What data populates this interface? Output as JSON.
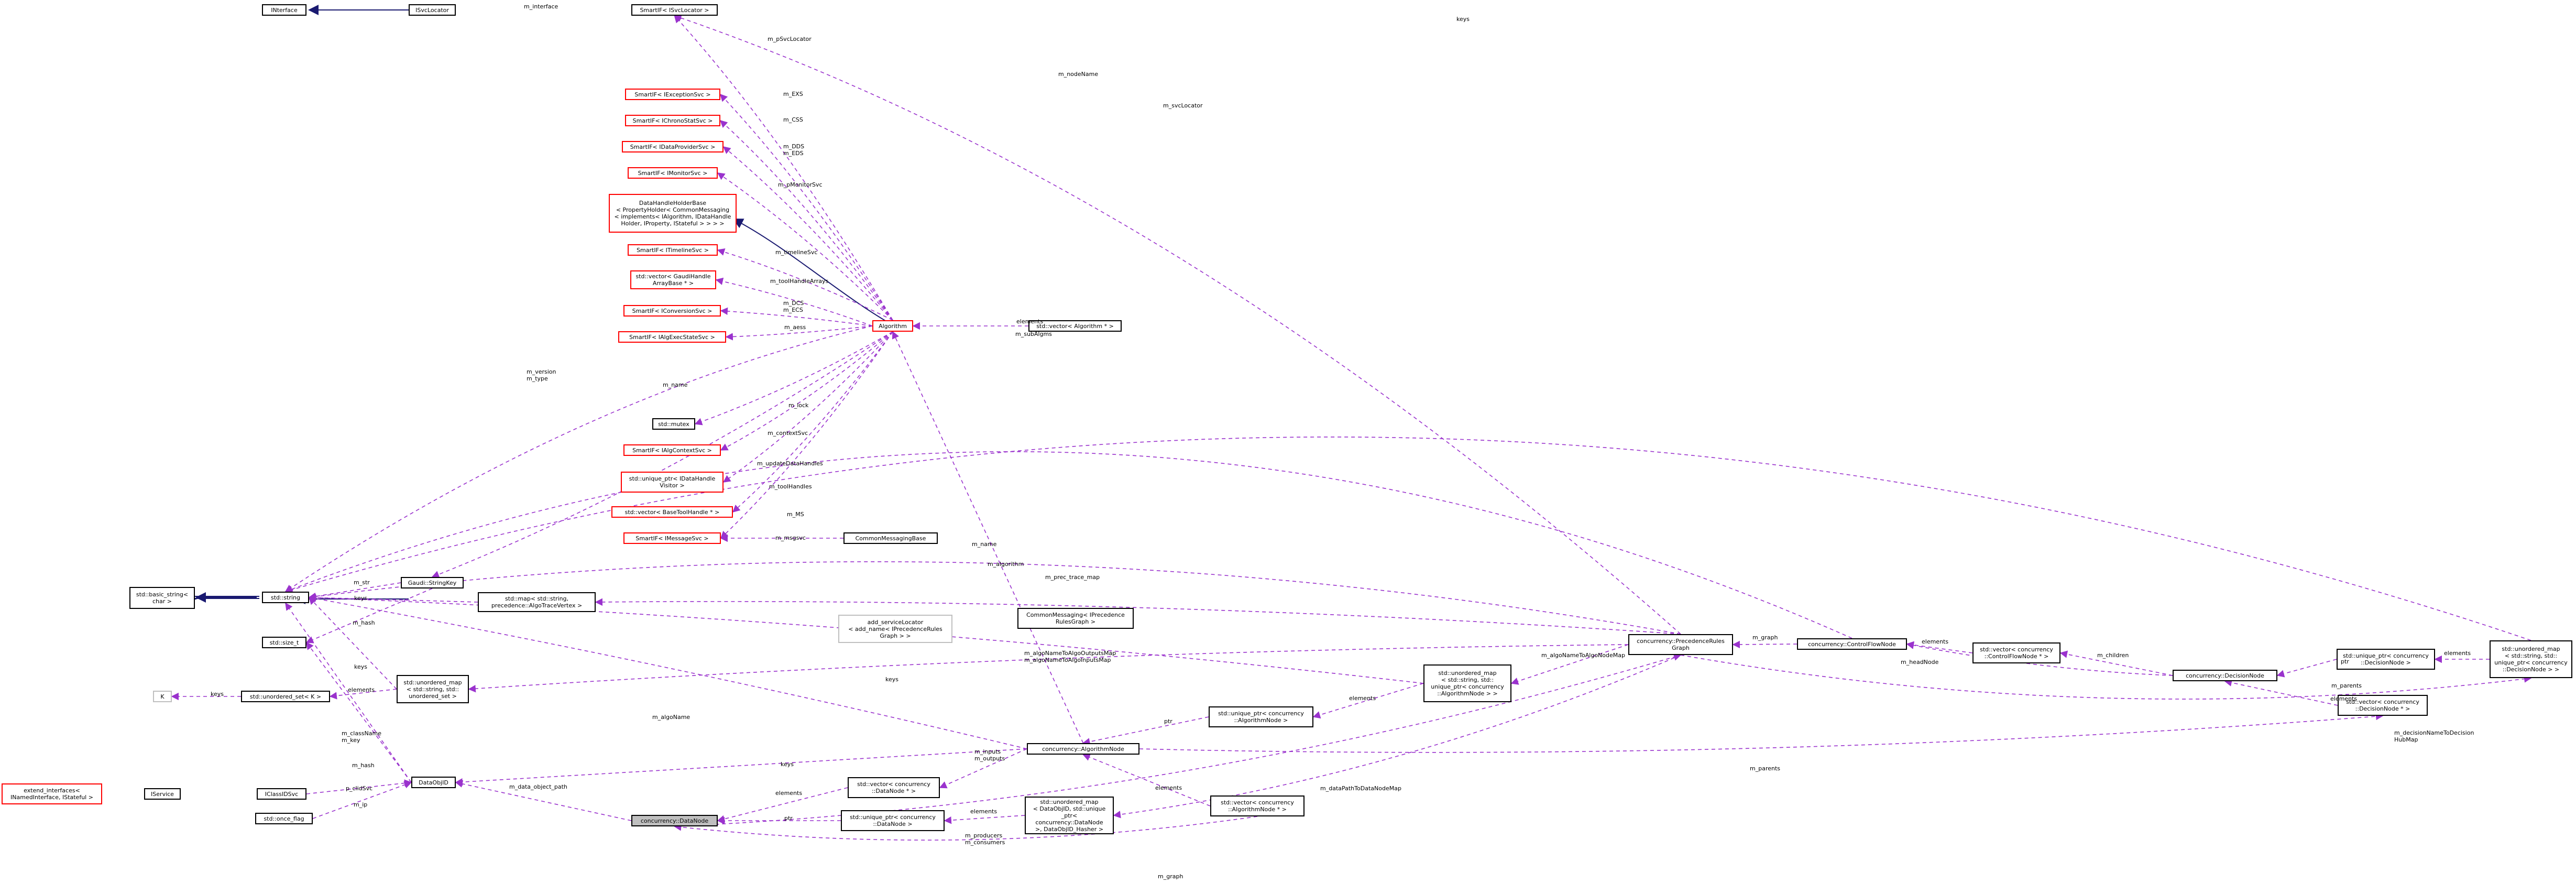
{
  "colors": {
    "usage_edge": "#9a32cd",
    "inherit_edge": "#191970",
    "node_border": "#000000",
    "undocumented_border": "#ff0000",
    "focus_fill": "#bfbfbf"
  },
  "nodes": {
    "INterface": "INterface",
    "ISvcLocator": "ISvcLocator",
    "SmartIF_ISvcLocator": "SmartIF< ISvcLocator >",
    "SmartIF_IExceptionSvc": "SmartIF< IExceptionSvc >",
    "SmartIF_IChronoStatSvc": "SmartIF< IChronoStatSvc >",
    "SmartIF_IDataProviderSvc": "SmartIF< IDataProviderSvc >",
    "SmartIF_IMonitorSvc": "SmartIF< IMonitorSvc >",
    "DataHandleHolderBase": "DataHandleHolderBase\n< PropertyHolder< CommonMessaging\n< implements< IAlgorithm, IDataHandle\nHolder, IProperty, IStateful > > > >",
    "SmartIF_ITimelineSvc": "SmartIF< ITimelineSvc >",
    "vector_GaudiHandleArrayBase": "std::vector< GaudiHandle\nArrayBase * >",
    "SmartIF_IConversionSvc": "SmartIF< IConversionSvc >",
    "SmartIF_IAlgExecStateSvc": "SmartIF< IAlgExecStateSvc >",
    "Algorithm": "Algorithm",
    "vector_Algorithm": "std::vector< Algorithm * >",
    "std_mutex": "std::mutex",
    "SmartIF_IAlgContextSvc": "SmartIF< IAlgContextSvc >",
    "unique_ptr_IDataHandleVisitor": "std::unique_ptr< IDataHandle\nVisitor >",
    "vector_BaseToolHandle": "std::vector< BaseToolHandle * >",
    "SmartIF_IMessageSvc": "SmartIF< IMessageSvc >",
    "CommonMessagingBase": "CommonMessagingBase",
    "std_basic_string": "std::basic_string<\nchar >",
    "std_string": "std::string",
    "Gaudi_StringKey": "Gaudi::StringKey",
    "map_precedence_AlgoTraceVertex": "std::map< std::string,\nprecedence::AlgoTraceVertex >",
    "CommonMessaging_IPrecedenceRulesGraph": "CommonMessaging< IPrecedence\nRulesGraph >",
    "add_serviceLocator": "add_serviceLocator\n< add_name< IPrecedenceRules\nGraph > >",
    "PrecedenceRulesGraph": "concurrency::PrecedenceRules\nGraph",
    "ControlFlowNode": "concurrency::ControlFlowNode",
    "vector_ControlFlowNode": "std::vector< concurrency\n::ControlFlowNode * >",
    "DecisionNode": "concurrency::DecisionNode",
    "unique_ptr_DecisionNode": "std::unique_ptr< concurrency\n::DecisionNode >",
    "unordered_map_DecisionNode": "std::unordered_map\n< std::string, std::\nunique_ptr< concurrency\n::DecisionNode > >",
    "vector_DecisionNode": "std::vector< concurrency\n::DecisionNode * >",
    "std_size_t": "std::size_t",
    "K": "K",
    "unordered_set_K": "std::unordered_set< K >",
    "unordered_map_string_size_t": "std::unordered_map\n< std::string, std::\nunordered_set >",
    "unordered_map_AlgorithmNode": "std::unordered_map\n< std::string, std::\nunique_ptr< concurrency\n::AlgorithmNode > >",
    "unique_ptr_AlgorithmNode": "std::unique_ptr< concurrency\n::AlgorithmNode >",
    "AlgorithmNode": "concurrency::AlgorithmNode",
    "vector_AlgorithmNode": "std::vector< concurrency\n::AlgorithmNode * >",
    "extend_interfaces": "extend_interfaces<\n INamedInterface, IStateful >",
    "IService": "IService",
    "IClassIDSvc": "IClassIDSvc",
    "DataObjID": "DataObjID",
    "std_once_flag": "std::once_flag",
    "vector_DataNode": "std::vector< concurrency\n::DataNode * >",
    "unique_ptr_DataNode": "std::unique_ptr< concurrency\n::DataNode >",
    "unordered_map_DataObjID_DataNode": "std::unordered_map\n< DataObjID, std::unique\n_ptr< concurrency::DataNode\n >, DataObjID_Hasher >",
    "DataNode": "concurrency::DataNode"
  },
  "edge_labels": {
    "m_interface": "m_interface",
    "m_pSvcLocator": "m_pSvcLocator",
    "keys_top": "keys",
    "m_nodeName": "m_nodeName",
    "m_svcLocator": "m_svcLocator",
    "m_EXS": "m_EXS",
    "m_CSS": "m_CSS",
    "m_DDS_EDS": "m_DDS\nm_EDS",
    "m_pMonitorSvc": "m_pMonitorSvc",
    "m_timelineSvc": "m_timelineSvc",
    "m_toolHandleArrays": "m_toolHandleArrays",
    "m_DCS_ECS": "m_DCS\nm_ECS",
    "m_aess": "m_aess",
    "elements_alg": "elements",
    "m_subAlgms": "m_subAlgms",
    "m_version_type": "m_version\nm_type",
    "m_name": "m_name",
    "m_lock": "m_lock",
    "m_contextSvc": "m_contextSvc",
    "m_updateDataHandles": "m_updateDataHandles",
    "m_toolHandles": "m_toolHandles",
    "m_MS": "m_MS",
    "m_msgsvc": "m_msgsvc",
    "m_name_graph": "m_name",
    "m_algorithm": "m_algorithm",
    "m_str": "m_str",
    "keys_map": "keys",
    "m_prec_trace_map": "m_prec_trace_map",
    "m_graph_cf": "m_graph",
    "elements_cf": "elements",
    "m_children": "m_children",
    "m_headNode": "m_headNode",
    "ptr_dn": "ptr",
    "elements_dn": "elements",
    "m_parents_dn": "m_parents",
    "elements_vdn": "elements",
    "m_algoNameToAlgoMaps": "m_algoNameToAlgoOutputsMap\nm_algoNameToAlgoInputsMap",
    "keys_us": "keys",
    "m_algoNameToAlgoNodeMap": "m_algoNameToAlgoNodeMap",
    "keys_set": "keys",
    "keys_size": "keys",
    "elements_size": "elements",
    "m_hash": "m_hash",
    "elements_an": "elements",
    "ptr_an": "ptr",
    "m_decisionNameToDecisionHubMap": "m_decisionNameToDecision\nHubMap",
    "m_parents_an": "m_parents",
    "m_algoName": "m_algoName",
    "m_className_key": "m_className\nm_key",
    "m_hash_id": "m_hash",
    "keys_id": "keys",
    "m_inputs_outputs": "m_inputs\nm_outputs",
    "p_clidSvc": "p_clidSvc",
    "m_ip": "m_ip",
    "elements_vdnode": "elements",
    "m_data_object_path": "m_data_object_path",
    "ptr_datanode": "ptr",
    "elements_datanode": "elements",
    "m_dataPathToDataNodeMap": "m_dataPathToDataNodeMap",
    "elements_van": "elements",
    "m_producers_consumers": "m_producers\nm_consumers",
    "m_graph_bottom": "m_graph"
  }
}
